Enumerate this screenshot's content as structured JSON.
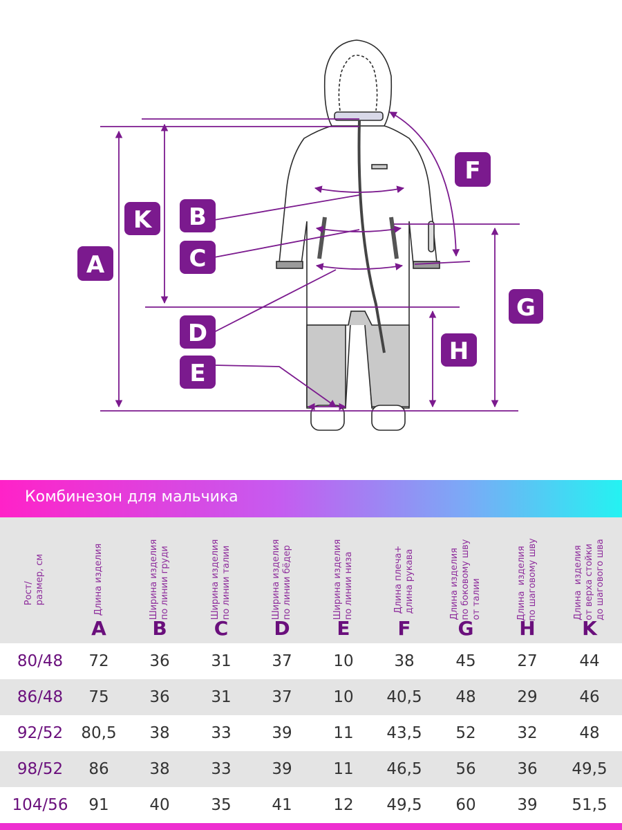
{
  "badges": [
    "A",
    "B",
    "C",
    "D",
    "E",
    "F",
    "G",
    "H",
    "K"
  ],
  "product_title": "Комбинезон для мальчика",
  "table": {
    "headers": [
      {
        "label": "Рост/\nразмер, см",
        "letter": ""
      },
      {
        "label": "Длина изделия",
        "letter": "A"
      },
      {
        "label": "Ширина изделия\nпо линии груди",
        "letter": "B"
      },
      {
        "label": "Ширина изделия\nпо линии талии",
        "letter": "C"
      },
      {
        "label": "Ширина изделия\nпо линии бёдер",
        "letter": "D"
      },
      {
        "label": "Ширина изделия\nпо линии низа",
        "letter": "E"
      },
      {
        "label": "Длина плеча+\nдлина рукава",
        "letter": "F"
      },
      {
        "label": "Длина изделия\nпо боковому шву\nот талии",
        "letter": "G"
      },
      {
        "label": "Длина  изделия\nпо шаговому шву",
        "letter": "H"
      },
      {
        "label": "Длина  изделия\nот верха стойки\nдо шагового шва",
        "letter": "K"
      }
    ],
    "rows": [
      [
        "80/48",
        "72",
        "36",
        "31",
        "37",
        "10",
        "38",
        "45",
        "27",
        "44"
      ],
      [
        "86/48",
        "75",
        "36",
        "31",
        "37",
        "10",
        "40,5",
        "48",
        "29",
        "46"
      ],
      [
        "92/52",
        "80,5",
        "38",
        "33",
        "39",
        "11",
        "43,5",
        "52",
        "32",
        "48"
      ],
      [
        "98/52",
        "86",
        "38",
        "33",
        "39",
        "11",
        "46,5",
        "56",
        "36",
        "49,5"
      ],
      [
        "104/56",
        "91",
        "40",
        "35",
        "41",
        "12",
        "49,5",
        "60",
        "39",
        "51,5"
      ]
    ]
  },
  "colors": {
    "accent_purple": "#7b1a8e",
    "size_text": "#6a0f7c",
    "header_text": "#8e2d9c",
    "row_shade": "#e4e4e4",
    "gradient_start": "#ff22c8",
    "gradient_end": "#24f2f2"
  }
}
